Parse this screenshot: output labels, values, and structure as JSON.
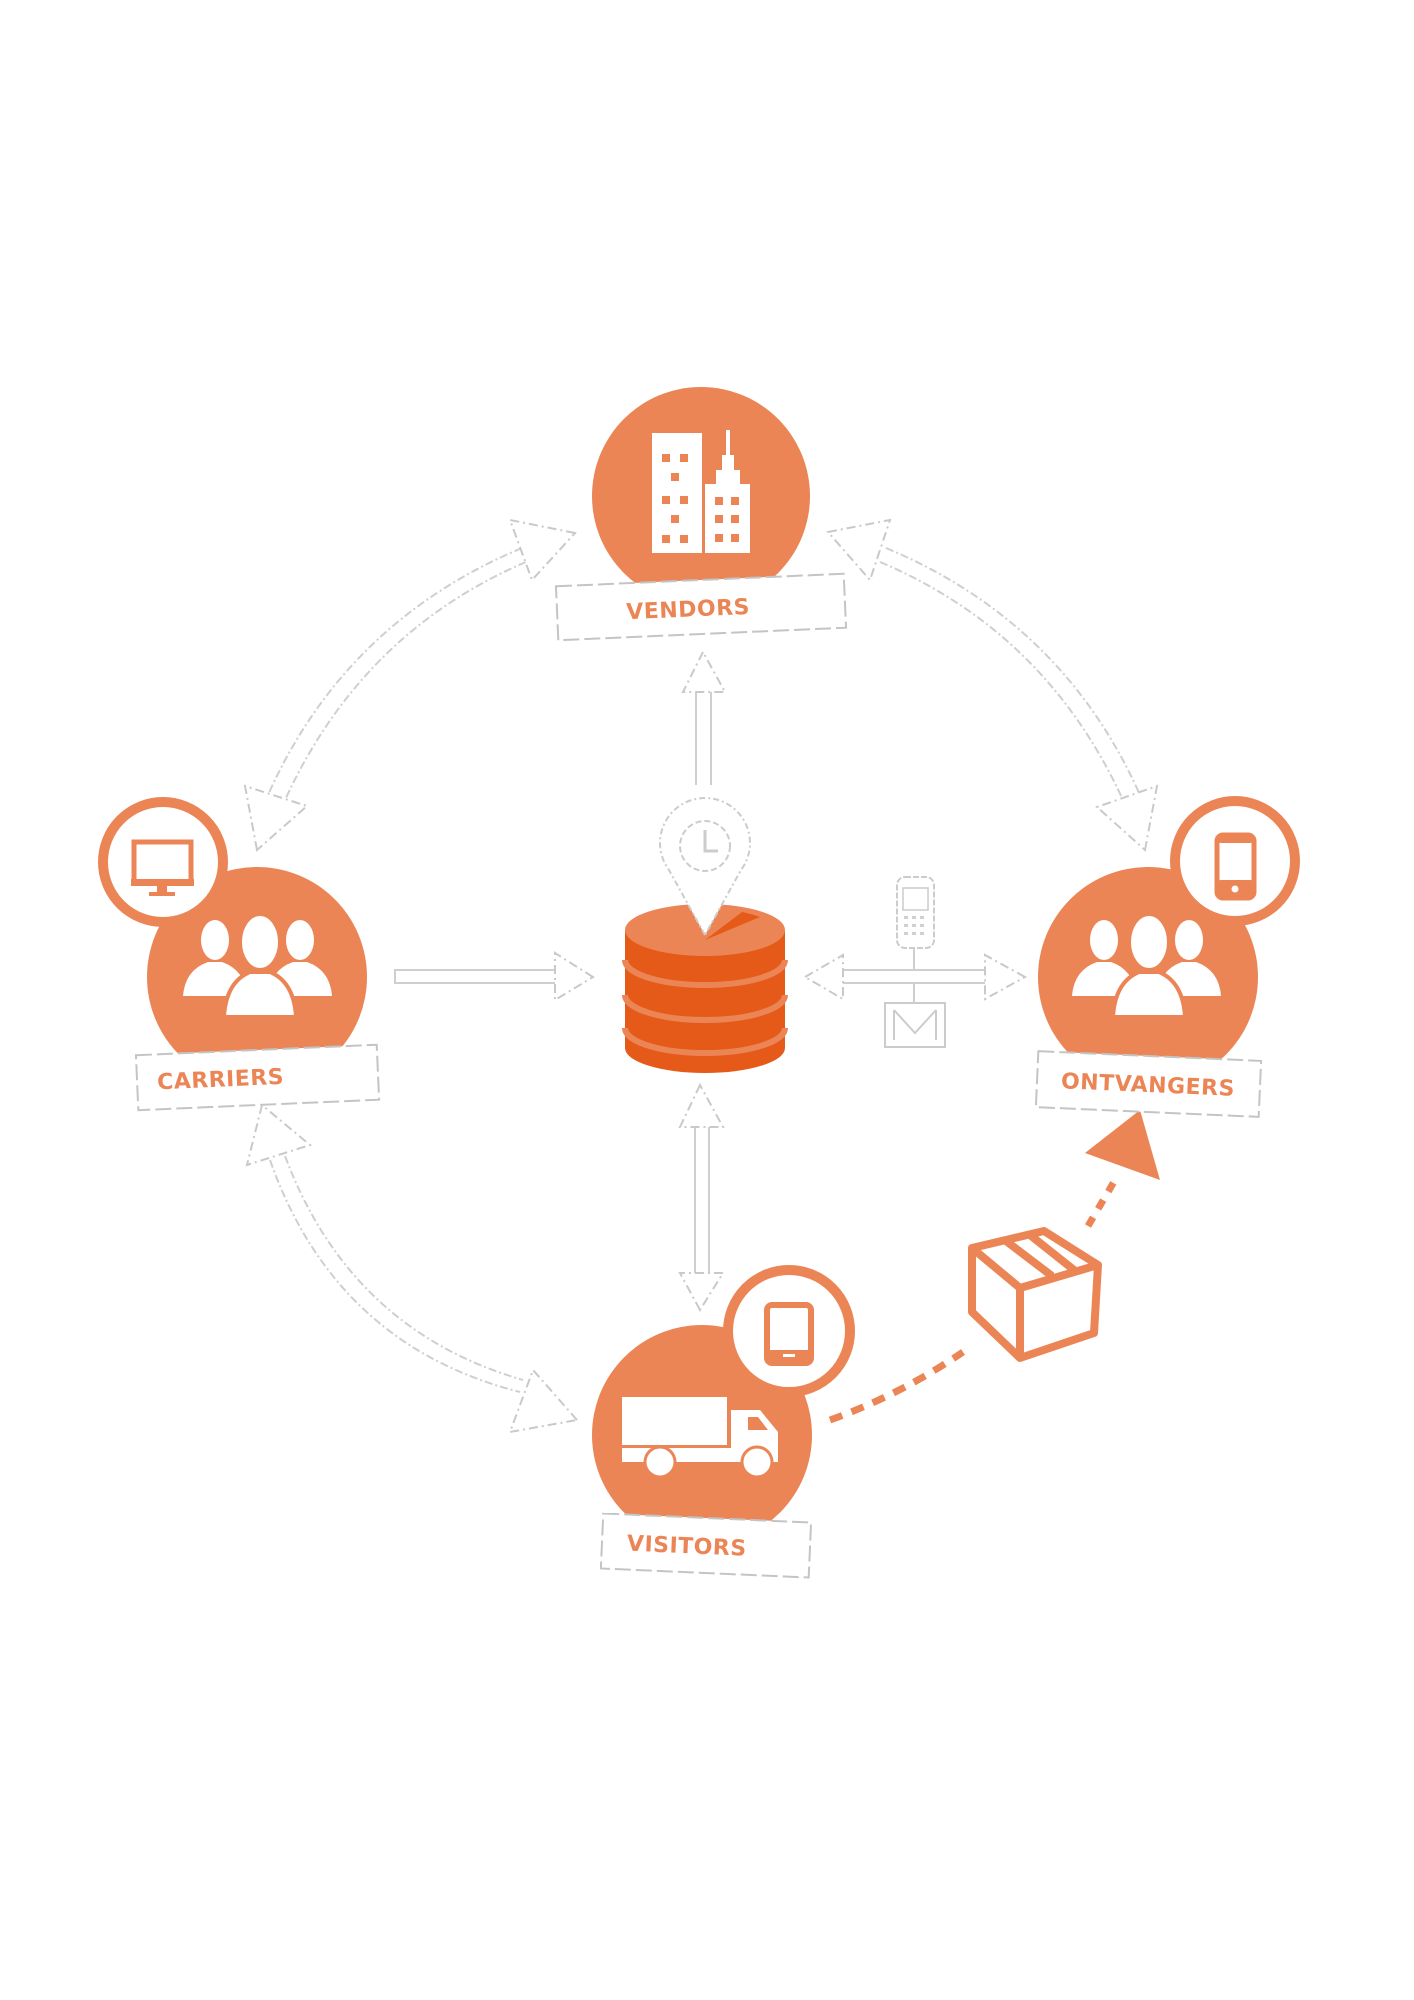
{
  "colors": {
    "accent": "#ec8555",
    "accent_dark": "#e65a19",
    "outline": "#cccccc",
    "background": "#ffffff"
  },
  "nodes": [
    {
      "id": "vendors",
      "label": "VENDORS",
      "icon": "buildings-icon"
    },
    {
      "id": "carriers",
      "label": "CARRIERS",
      "icon": "users-icon",
      "badge_icon": "monitor-icon"
    },
    {
      "id": "ontvangers",
      "label": "ONTVANGERS",
      "icon": "users-icon",
      "badge_icon": "smartphone-icon"
    },
    {
      "id": "visitors",
      "label": "VISITORS",
      "icon": "truck-icon",
      "badge_icon": "tablet-icon"
    }
  ],
  "center": {
    "icon": "database-icon",
    "pin_icon": "clock-pin-icon"
  },
  "connectors": [
    {
      "from": "vendors",
      "to": "carriers",
      "type": "curved-double-arrow"
    },
    {
      "from": "vendors",
      "to": "ontvangers",
      "type": "curved-double-arrow"
    },
    {
      "from": "carriers",
      "to": "visitors",
      "type": "curved-double-arrow"
    },
    {
      "from": "database",
      "to": "vendors",
      "type": "arrow"
    },
    {
      "from": "carriers",
      "to": "database",
      "type": "arrow"
    },
    {
      "from": "database",
      "to": "ontvangers",
      "type": "double-arrow",
      "icons": [
        "mobile-phone-icon",
        "envelope-icon"
      ]
    },
    {
      "from": "database",
      "to": "visitors",
      "type": "double-arrow"
    },
    {
      "from": "visitors",
      "to": "ontvangers",
      "type": "dotted-delivery-arrow",
      "icon": "package-icon"
    }
  ]
}
